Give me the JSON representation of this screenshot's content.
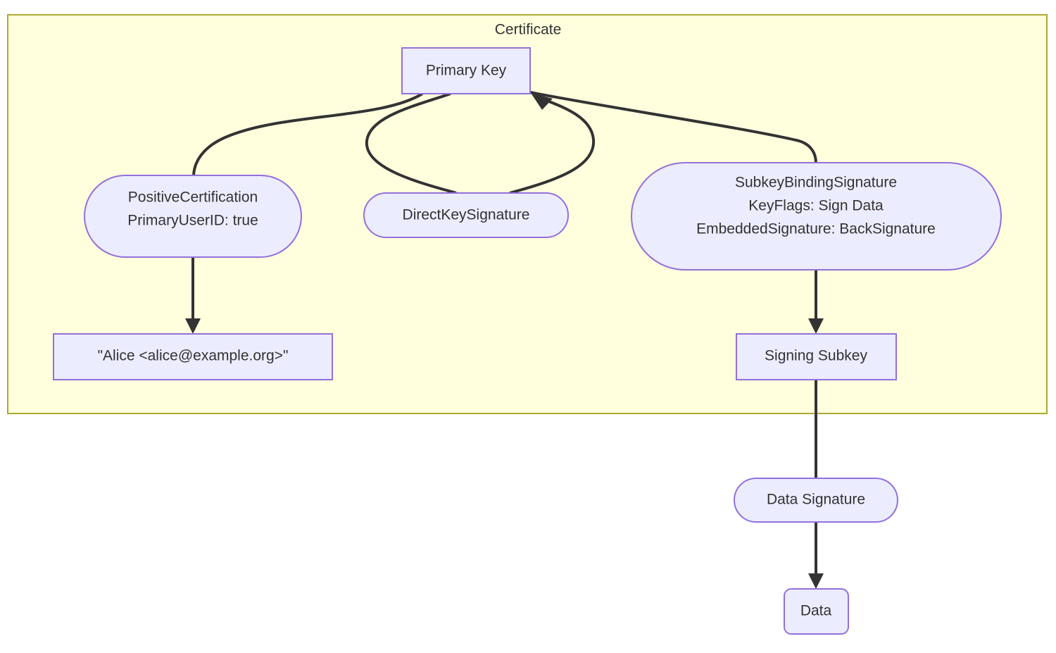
{
  "diagram": {
    "type": "flowchart",
    "direction": "top-down",
    "background": "#ffffff",
    "colors": {
      "cluster_fill": "#ffffde",
      "cluster_stroke": "#aaaa33",
      "node_fill": "#ececff",
      "node_stroke": "#9370db",
      "text": "#333333",
      "edge": "#333333"
    },
    "cluster": {
      "id": "certificate",
      "label": "Certificate"
    },
    "nodes": [
      {
        "id": "primary-key",
        "label": "Primary Key",
        "shape": "rect",
        "lines": [
          "Primary Key"
        ]
      },
      {
        "id": "positive-certification",
        "label": "PositiveCertification PrimaryUserID: true",
        "shape": "stadium",
        "lines": [
          "PositiveCertification",
          "PrimaryUserID: true"
        ]
      },
      {
        "id": "direct-key-signature",
        "label": "DirectKeySignature",
        "shape": "stadium",
        "lines": [
          "DirectKeySignature"
        ]
      },
      {
        "id": "subkey-binding-signature",
        "label": "SubkeyBindingSignature KeyFlags: Sign Data EmbeddedSignature: BackSignature",
        "shape": "stadium",
        "lines": [
          "SubkeyBindingSignature",
          "KeyFlags: Sign Data",
          "EmbeddedSignature: BackSignature"
        ]
      },
      {
        "id": "user-id",
        "label": "\"Alice <alice@example.org>\"",
        "shape": "rect",
        "lines": [
          "\"Alice <alice@example.org>\""
        ]
      },
      {
        "id": "signing-subkey",
        "label": "Signing Subkey",
        "shape": "rect",
        "lines": [
          "Signing Subkey"
        ]
      },
      {
        "id": "data-signature",
        "label": "Data Signature",
        "shape": "stadium",
        "lines": [
          "Data Signature"
        ]
      },
      {
        "id": "data",
        "label": "Data",
        "shape": "round",
        "lines": [
          "Data"
        ]
      }
    ],
    "edges": [
      {
        "id": "edge-primarykey-positivecertification",
        "from": "primary-key",
        "to": "positive-certification",
        "arrow": false
      },
      {
        "id": "edge-primarykey-directkeysignature",
        "from": "primary-key",
        "to": "direct-key-signature",
        "arrow": false
      },
      {
        "id": "edge-directkeysignature-primarykey",
        "from": "direct-key-signature",
        "to": "primary-key",
        "arrow": true
      },
      {
        "id": "edge-primarykey-subkeybinding",
        "from": "primary-key",
        "to": "subkey-binding-signature",
        "arrow": false
      },
      {
        "id": "edge-positivecertification-userid",
        "from": "positive-certification",
        "to": "user-id",
        "arrow": true
      },
      {
        "id": "edge-subkeybinding-signingsubkey",
        "from": "subkey-binding-signature",
        "to": "signing-subkey",
        "arrow": true
      },
      {
        "id": "edge-signingsubkey-datasignature",
        "from": "signing-subkey",
        "to": "data-signature",
        "arrow": false
      },
      {
        "id": "edge-datasignature-data",
        "from": "data-signature",
        "to": "data",
        "arrow": true
      }
    ]
  }
}
